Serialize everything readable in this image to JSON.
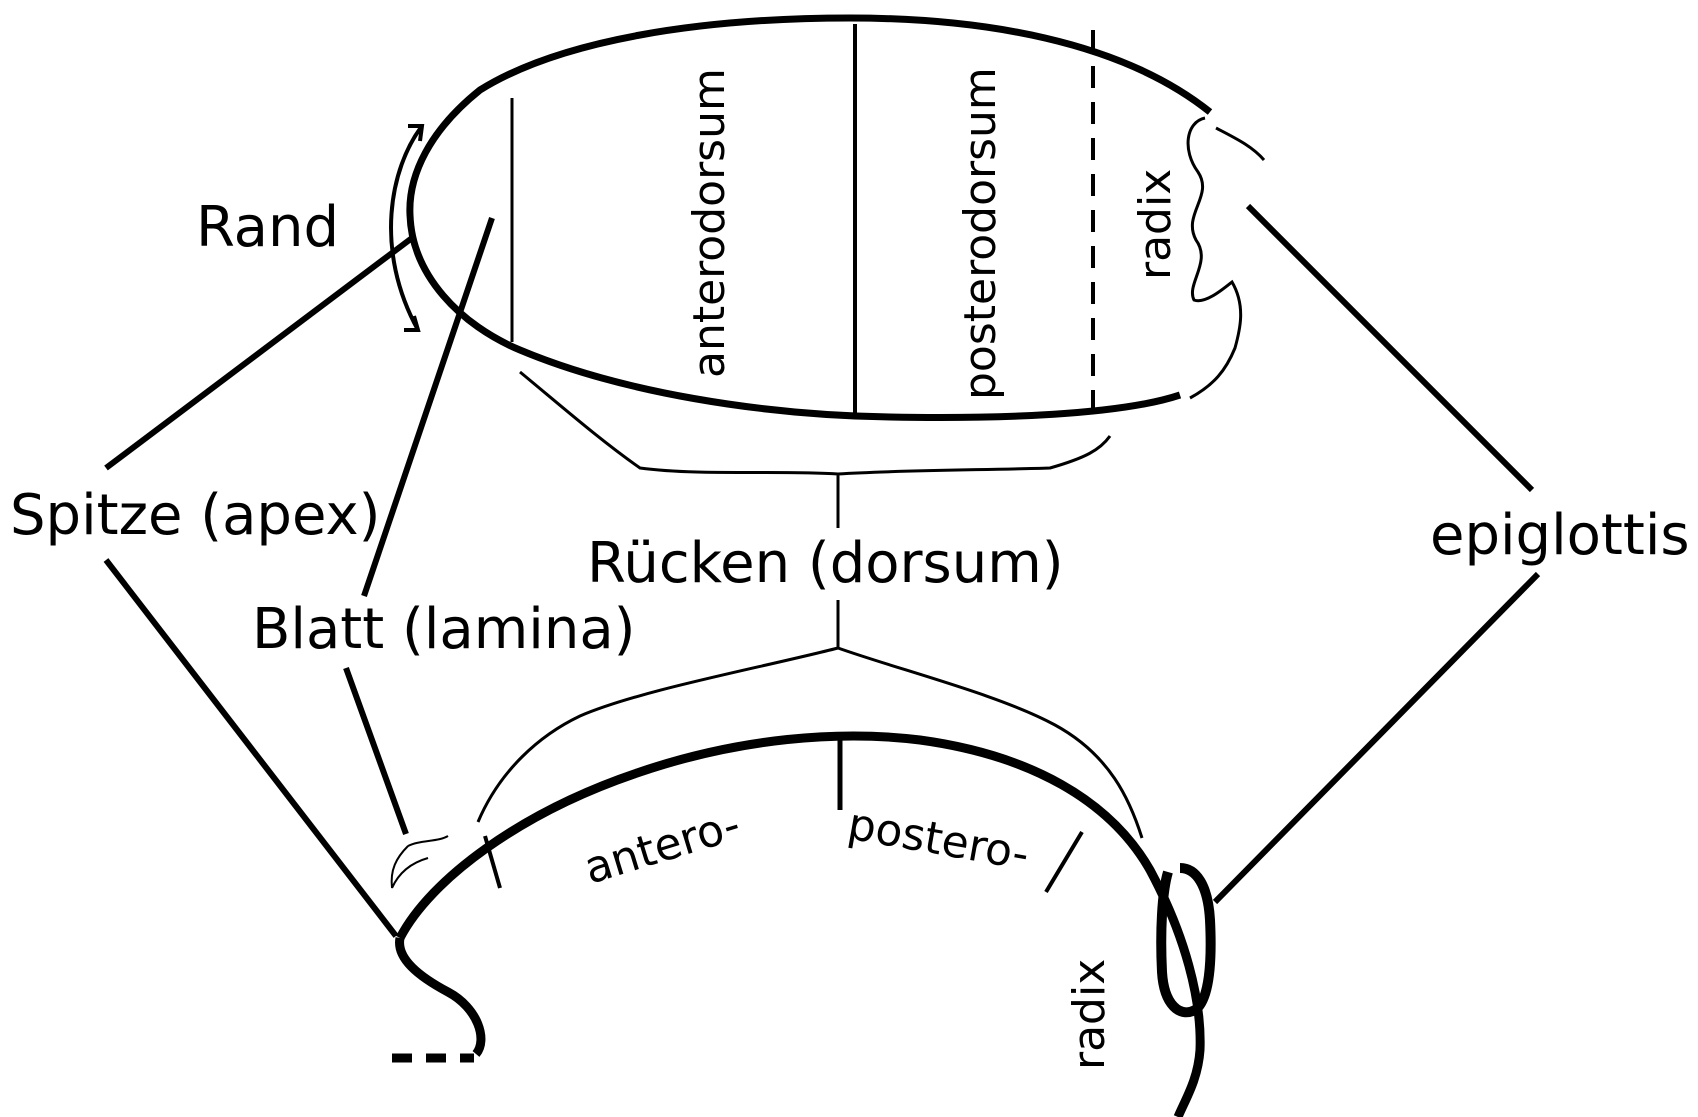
{
  "labels": {
    "rand": "Rand",
    "spitze": "Spitze (apex)",
    "blatt": "Blatt (lamina)",
    "ruecken": "Rücken (dorsum)",
    "epiglottis": "epiglottis",
    "anterodorsum": "anterodorsum",
    "posterodorsum": "posterodorsum",
    "radix_top": "radix",
    "antero": "antero-",
    "postero": "postero-",
    "radix_bottom": "radix"
  }
}
